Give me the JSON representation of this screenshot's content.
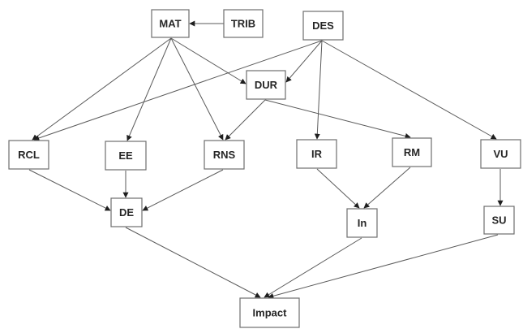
{
  "diagram": {
    "nodes": [
      {
        "id": "MAT",
        "label": "MAT"
      },
      {
        "id": "TRIB",
        "label": "TRIB"
      },
      {
        "id": "DES",
        "label": "DES"
      },
      {
        "id": "DUR",
        "label": "DUR"
      },
      {
        "id": "RCL",
        "label": "RCL"
      },
      {
        "id": "EE",
        "label": "EE"
      },
      {
        "id": "RNS",
        "label": "RNS"
      },
      {
        "id": "IR",
        "label": "IR"
      },
      {
        "id": "RM",
        "label": "RM"
      },
      {
        "id": "VU",
        "label": "VU"
      },
      {
        "id": "DE",
        "label": "DE"
      },
      {
        "id": "In",
        "label": "In"
      },
      {
        "id": "SU",
        "label": "SU"
      },
      {
        "id": "Impact",
        "label": "Impact"
      }
    ],
    "edges": [
      {
        "from": "TRIB",
        "to": "MAT"
      },
      {
        "from": "MAT",
        "to": "RCL"
      },
      {
        "from": "MAT",
        "to": "EE"
      },
      {
        "from": "MAT",
        "to": "RNS"
      },
      {
        "from": "MAT",
        "to": "DUR"
      },
      {
        "from": "DES",
        "to": "RCL"
      },
      {
        "from": "DES",
        "to": "DUR"
      },
      {
        "from": "DES",
        "to": "IR"
      },
      {
        "from": "DES",
        "to": "VU"
      },
      {
        "from": "DUR",
        "to": "RNS"
      },
      {
        "from": "DUR",
        "to": "RM"
      },
      {
        "from": "RCL",
        "to": "DE"
      },
      {
        "from": "EE",
        "to": "DE"
      },
      {
        "from": "RNS",
        "to": "DE"
      },
      {
        "from": "IR",
        "to": "In"
      },
      {
        "from": "RM",
        "to": "In"
      },
      {
        "from": "VU",
        "to": "SU"
      },
      {
        "from": "DE",
        "to": "Impact"
      },
      {
        "from": "In",
        "to": "Impact"
      },
      {
        "from": "SU",
        "to": "Impact"
      }
    ]
  }
}
